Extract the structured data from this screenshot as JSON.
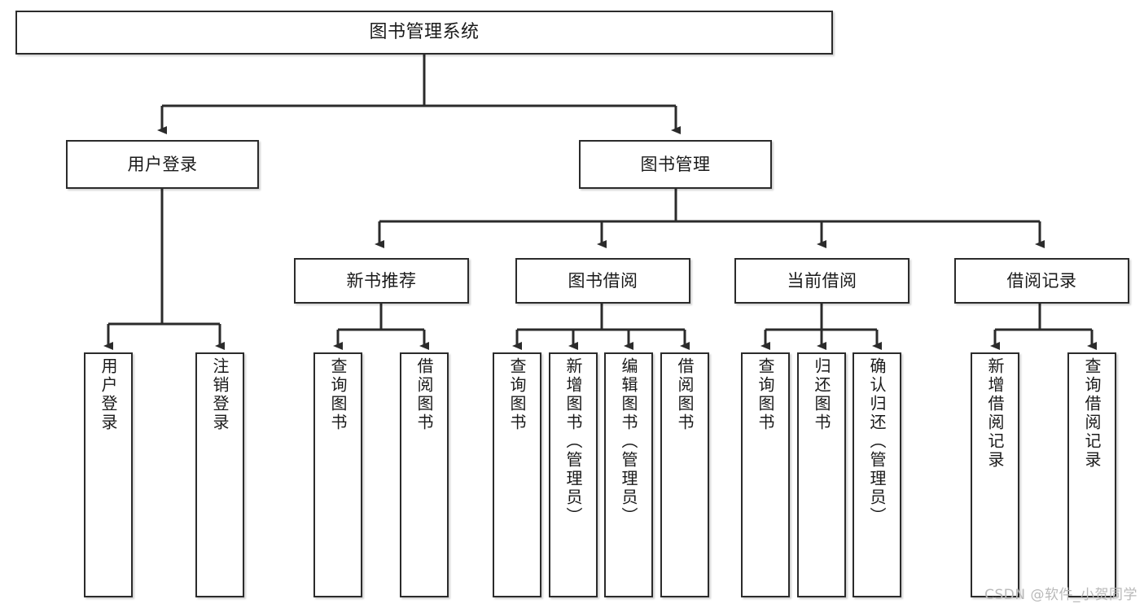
{
  "diagram": {
    "type": "tree",
    "title": "图书管理系统",
    "watermark": "CSDN @软件_小贺同学",
    "colors": {
      "stroke": "#2b2b2b",
      "fill": "#ffffff",
      "background": "#ffffff",
      "watermark": "#b9b9b9"
    },
    "root": {
      "label": "图书管理系统"
    },
    "level2": [
      {
        "label": "用户登录"
      },
      {
        "label": "图书管理"
      }
    ],
    "level3": [
      {
        "label": "新书推荐"
      },
      {
        "label": "图书借阅"
      },
      {
        "label": "当前借阅"
      },
      {
        "label": "借阅记录"
      }
    ],
    "leaves_user_login": [
      {
        "label": "用户登录"
      },
      {
        "label": "注销登录"
      }
    ],
    "leaves_new_book": [
      {
        "label": "查询图书"
      },
      {
        "label": "借阅图书"
      }
    ],
    "leaves_borrow": [
      {
        "label": "查询图书"
      },
      {
        "label": "新增图书（管理员）"
      },
      {
        "label": "编辑图书（管理员）"
      },
      {
        "label": "借阅图书"
      }
    ],
    "leaves_current": [
      {
        "label": "查询图书"
      },
      {
        "label": "归还图书"
      },
      {
        "label": "确认归还（管理员）"
      }
    ],
    "leaves_records": [
      {
        "label": "新增借阅记录"
      },
      {
        "label": "查询借阅记录"
      }
    ]
  }
}
